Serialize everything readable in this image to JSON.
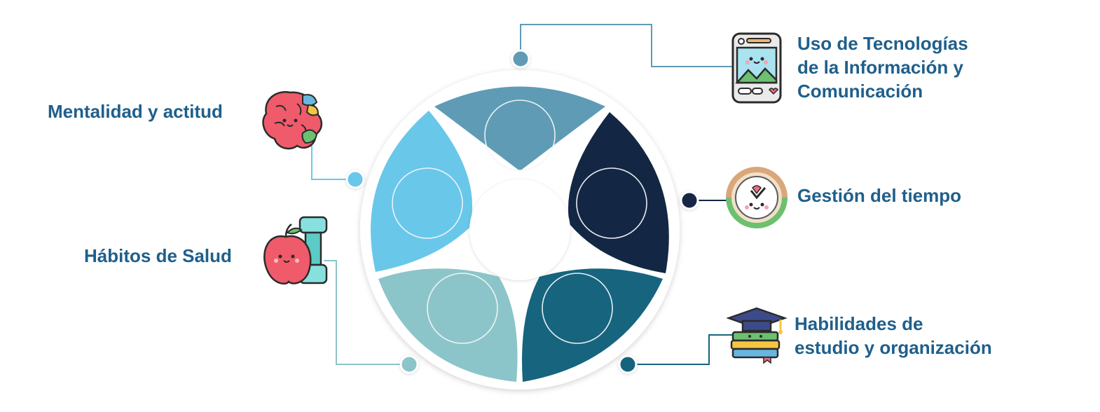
{
  "diagram": {
    "center_label": "",
    "segments": [
      {
        "id": "tic",
        "lines": [
          "Uso de Tecnologías",
          "de la Información y",
          "Comunicación"
        ],
        "color": "#5f9bb5",
        "icon": "phone-gallery-icon"
      },
      {
        "id": "tiempo",
        "lines": [
          "Gestión del tiempo"
        ],
        "color": "#132744",
        "icon": "clock-icon"
      },
      {
        "id": "estudio",
        "lines": [
          "Habilidades de",
          "estudio y organización"
        ],
        "color": "#17647e",
        "icon": "books-graduation-cap-icon"
      },
      {
        "id": "salud",
        "lines": [
          "Hábitos de Salud"
        ],
        "color": "#8cc5c9",
        "icon": "apple-dumbbell-icon"
      },
      {
        "id": "mentalidad",
        "lines": [
          "Mentalidad y actitud"
        ],
        "color": "#69c7ea",
        "icon": "brain-icon"
      }
    ],
    "label_color": "#1f5f8b"
  }
}
